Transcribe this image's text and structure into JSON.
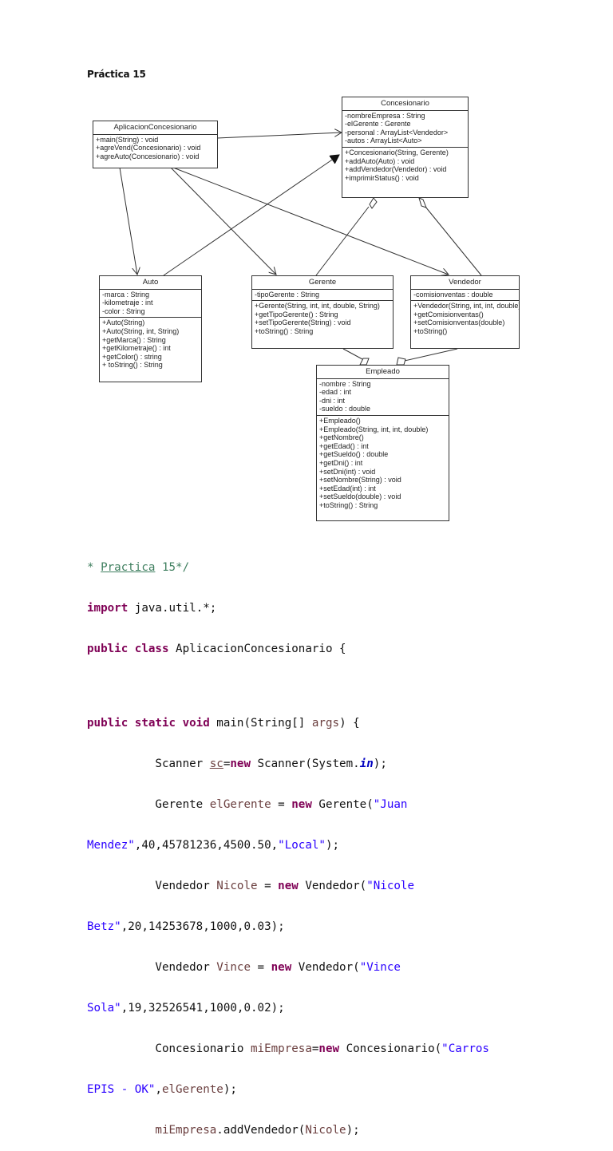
{
  "page": {
    "title": "Práctica 15"
  },
  "diagram": {
    "classes": {
      "aplicacion": {
        "name": "AplicacionConcesionario",
        "attributes": [],
        "methods": [
          "+main(String) : void",
          "+agreVend(Concesionario) : void",
          "+agreAuto(Concesionario) : void"
        ]
      },
      "concesionario": {
        "name": "Concesionario",
        "attributes": [
          "-nombreEmpresa : String",
          "-elGerente : Gerente",
          "-personal : ArrayList<Vendedor>",
          "-autos : ArrayList<Auto>"
        ],
        "methods": [
          "+Concesionario(String, Gerente)",
          "+addAuto(Auto) : void",
          "+addVendedor(Vendedor) : void",
          "+imprimirStatus() : void"
        ]
      },
      "auto": {
        "name": "Auto",
        "attributes": [
          "-marca : String",
          "-kilometraje : int",
          "-color : String"
        ],
        "methods": [
          "+Auto(String)",
          "+Auto(String, int, String)",
          "+getMarca() : String",
          "+getKilometraje() : int",
          "+getColor() : string",
          "+ toString() : String"
        ]
      },
      "gerente": {
        "name": "Gerente",
        "attributes": [
          "-tipoGerente : String"
        ],
        "methods": [
          "+Gerente(String, int, int, double, String)",
          "+getTipoGerente() : String",
          "+setTipoGerente(String) : void",
          "+toString() : String"
        ]
      },
      "vendedor": {
        "name": "Vendedor",
        "attributes": [
          "-comisionventas : double"
        ],
        "methods": [
          "+Vendedor(String, int, int, double)",
          "+getComisionventas()",
          "+setComisionventas(double)",
          "+toString()"
        ]
      },
      "empleado": {
        "name": "Empleado",
        "attributes": [
          "-nombre : String",
          "-edad : int",
          "-dni : int",
          "-sueldo : double"
        ],
        "methods": [
          "+Empleado()",
          "+Empleado(String, int, int, double)",
          "+getNombre()",
          "+getEdad() : int",
          "+getSueldo() : double",
          "+getDni() : int",
          "+setDni(int) : void",
          "+setNombre(String) : void",
          "+setEdad(int) : int",
          "+setSueldo(double) : void",
          "+toString() : String"
        ]
      }
    },
    "relationships": [
      {
        "from": "AplicacionConcesionario",
        "to": "Concesionario",
        "type": "association"
      },
      {
        "from": "AplicacionConcesionario",
        "to": "Auto",
        "type": "association"
      },
      {
        "from": "AplicacionConcesionario",
        "to": "Gerente",
        "type": "association"
      },
      {
        "from": "AplicacionConcesionario",
        "to": "Vendedor",
        "type": "association"
      },
      {
        "from": "Auto",
        "to": "Concesionario",
        "type": "association"
      },
      {
        "from": "Gerente",
        "to": "Concesionario",
        "type": "aggregation"
      },
      {
        "from": "Vendedor",
        "to": "Concesionario",
        "type": "aggregation"
      },
      {
        "from": "Gerente",
        "to": "Empleado",
        "type": "generalization"
      },
      {
        "from": "Vendedor",
        "to": "Empleado",
        "type": "generalization"
      }
    ]
  },
  "code": {
    "comment_prefix": "* ",
    "comment_word": "Practica",
    "comment_suffix": " 15*/",
    "import_kw": "import",
    "import_rest": " java.util.*;",
    "class_kw1": "public",
    "class_kw2": "class",
    "class_name": " AplicacionConcesionario {",
    "main_kw1": "public",
    "main_kw2": "static",
    "main_kw3": "void",
    "main_sig": " main(String[] ",
    "main_args": "args",
    "main_end": ") {",
    "l1_indent": "          Scanner ",
    "l1_var": "sc",
    "l1_eq": "=",
    "l1_new": "new",
    "l1_rest": " Scanner(System.",
    "l1_in": "in",
    "l1_end": ");",
    "l2_indent": "          Gerente ",
    "l2_var": "elGerente",
    "l2_eq": " = ",
    "l2_new": "new",
    "l2_rest": " Gerente(",
    "l2_str1": "\"Juan",
    "l3_str": "Mendez\"",
    "l3_rest": ",40,45781236,4500.50,",
    "l3_str2": "\"Local\"",
    "l3_end": ");",
    "l4_indent": "          Vendedor ",
    "l4_var": "Nicole",
    "l4_eq": " = ",
    "l4_new": "new",
    "l4_rest": " Vendedor(",
    "l4_str": "\"Nicole",
    "l5_str": "Betz\"",
    "l5_rest": ",20,14253678,1000,0.03);",
    "l6_indent": "          Vendedor ",
    "l6_var": "Vince",
    "l6_eq": " = ",
    "l6_new": "new",
    "l6_rest": " Vendedor(",
    "l6_str": "\"Vince",
    "l7_str": "Sola\"",
    "l7_rest": ",19,32526541,1000,0.02);",
    "l8_indent": "          Concesionario ",
    "l8_var": "miEmpresa",
    "l8_eq": "=",
    "l8_new": "new",
    "l8_rest": " Concesionario(",
    "l8_str": "\"Carros",
    "l9_str": "EPIS - OK\"",
    "l9_comma": ",",
    "l9_var": "elGerente",
    "l9_end": ");",
    "l10_indent": "          ",
    "l10_var": "miEmpresa",
    "l10_mid": ".addVendedor(",
    "l10_arg": "Nicole",
    "l10_end": ");"
  }
}
